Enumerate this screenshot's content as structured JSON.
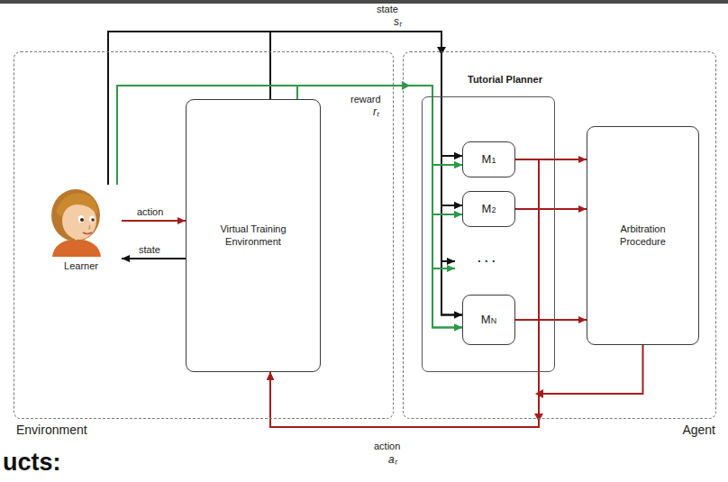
{
  "diagram": {
    "nodes": [
      {
        "text": [
          "Environment"
        ]
      },
      {
        "text": [
          "Learner"
        ],
        "in": 0
      },
      {
        "text": [
          "Virtual Training Environment"
        ],
        "in": 0
      },
      {
        "text": [
          "Agent"
        ]
      },
      {
        "text": [
          "Tutorial Planner"
        ],
        "in": 3
      },
      {
        "text": [
          "M1"
        ],
        "in": 4
      },
      {
        "text": [
          "M2"
        ],
        "in": 4
      },
      {
        "text": [
          "MN"
        ],
        "in": 4
      },
      {
        "text": [
          "Arbitration Procedure"
        ],
        "in": 3
      }
    ],
    "edges": [
      {
        "from": 1,
        "to": 2,
        "arrow": "to",
        "label": "action"
      },
      {
        "from": 2,
        "to": 1,
        "arrow": "to",
        "label": "state"
      },
      {
        "from": 1,
        "to": 5,
        "arrow": "to"
      },
      {
        "from": 1,
        "to": 6,
        "arrow": "to"
      },
      {
        "from": 1,
        "to": 7,
        "arrow": "to"
      },
      {
        "from": 2,
        "to": 5,
        "arrow": "to"
      },
      {
        "from": 2,
        "to": 6,
        "arrow": "to"
      },
      {
        "from": 2,
        "to": 7,
        "arrow": "to"
      },
      {
        "from": 1,
        "to": 5,
        "arrow": "to"
      },
      {
        "from": 1,
        "to": 6,
        "arrow": "to"
      },
      {
        "from": 1,
        "to": 7,
        "arrow": "to"
      },
      {
        "from": 2,
        "to": 5,
        "arrow": "to"
      },
      {
        "from": 2,
        "to": 6,
        "arrow": "to"
      },
      {
        "from": 2,
        "to": 7,
        "arrow": "to"
      },
      {
        "from": 5,
        "to": 8,
        "arrow": "to"
      },
      {
        "from": 6,
        "to": 8,
        "arrow": "to"
      },
      {
        "from": 7,
        "to": 8,
        "arrow": "to"
      },
      {
        "from": 5,
        "to": 2,
        "arrow": "to"
      },
      {
        "from": 6,
        "to": 2,
        "arrow": "to"
      },
      {
        "from": 7,
        "to": 2,
        "arrow": "to"
      },
      {
        "from": 8,
        "to": 2,
        "arrow": "to"
      }
    ],
    "labels": [
      "state",
      "sₜ",
      "reward",
      "rₜ",
      "action",
      "aₜ",
      "· · ·",
      "ucts:"
    ]
  }
}
